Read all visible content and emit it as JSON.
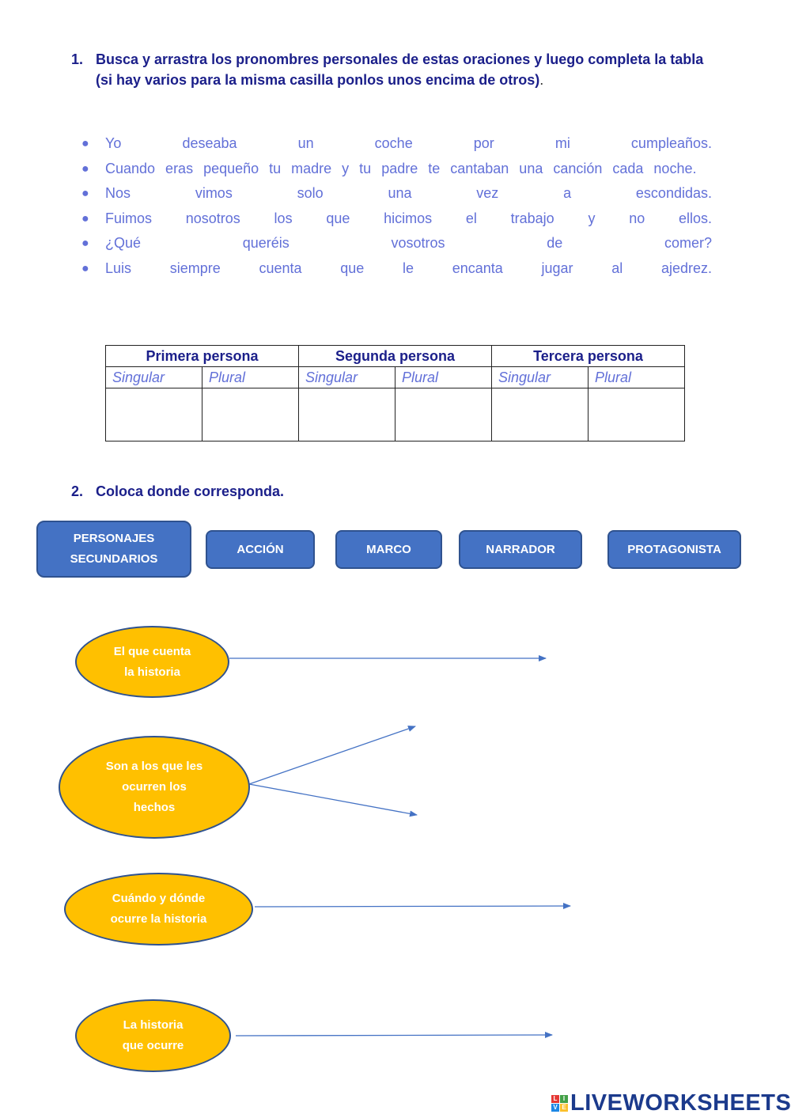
{
  "question1": {
    "number": "1.",
    "line1": "Busca y arrastra los pronombres personales de estas oraciones y luego completa la tabla",
    "line2": "(si hay varios para la misma casilla ponlos unos encima de otros)",
    "line2_end": "."
  },
  "sentences": [
    "Yo deseaba un coche por mi cumpleaños.",
    "Cuando eras pequeño tu madre y tu padre te cantaban una canción cada noche.",
    "Nos vimos solo una vez a escondidas.",
    "Fuimos nosotros los que hicimos el trabajo y no ellos.",
    "¿Qué queréis vosotros de comer?",
    "Luis siempre cuenta que le encanta jugar al ajedrez."
  ],
  "table": {
    "headers": [
      "Primera persona",
      "Segunda persona",
      "Tercera persona"
    ],
    "subheaders": [
      "Singular",
      "Plural",
      "Singular",
      "Plural",
      "Singular",
      "Plural"
    ]
  },
  "question2": {
    "number": "2.",
    "text": "Coloca donde corresponda."
  },
  "chips": [
    "PERSONAJES\nSECUNDARIOS",
    "ACCIÓN",
    "MARCO",
    "NARRADOR",
    "PROTAGONISTA"
  ],
  "ellipses": [
    "El que cuenta\nla historia",
    "Son a los que les\nocurren los\nhechos",
    "Cuándo y dónde\nocurre la historia",
    "La historia\nque ocurre"
  ],
  "logo": {
    "text": "LIVEWORKSHEETS",
    "icon_letters": [
      "L",
      "I",
      "V",
      "E"
    ],
    "icon_colors": [
      "#e53935",
      "#43a047",
      "#1e88e5",
      "#fbc02d"
    ]
  },
  "colors": {
    "title": "#1b1f8a",
    "sentence": "#6270d8",
    "chip": "#4472c4",
    "ellipse": "#ffc000",
    "arrow": "#4472c4"
  }
}
